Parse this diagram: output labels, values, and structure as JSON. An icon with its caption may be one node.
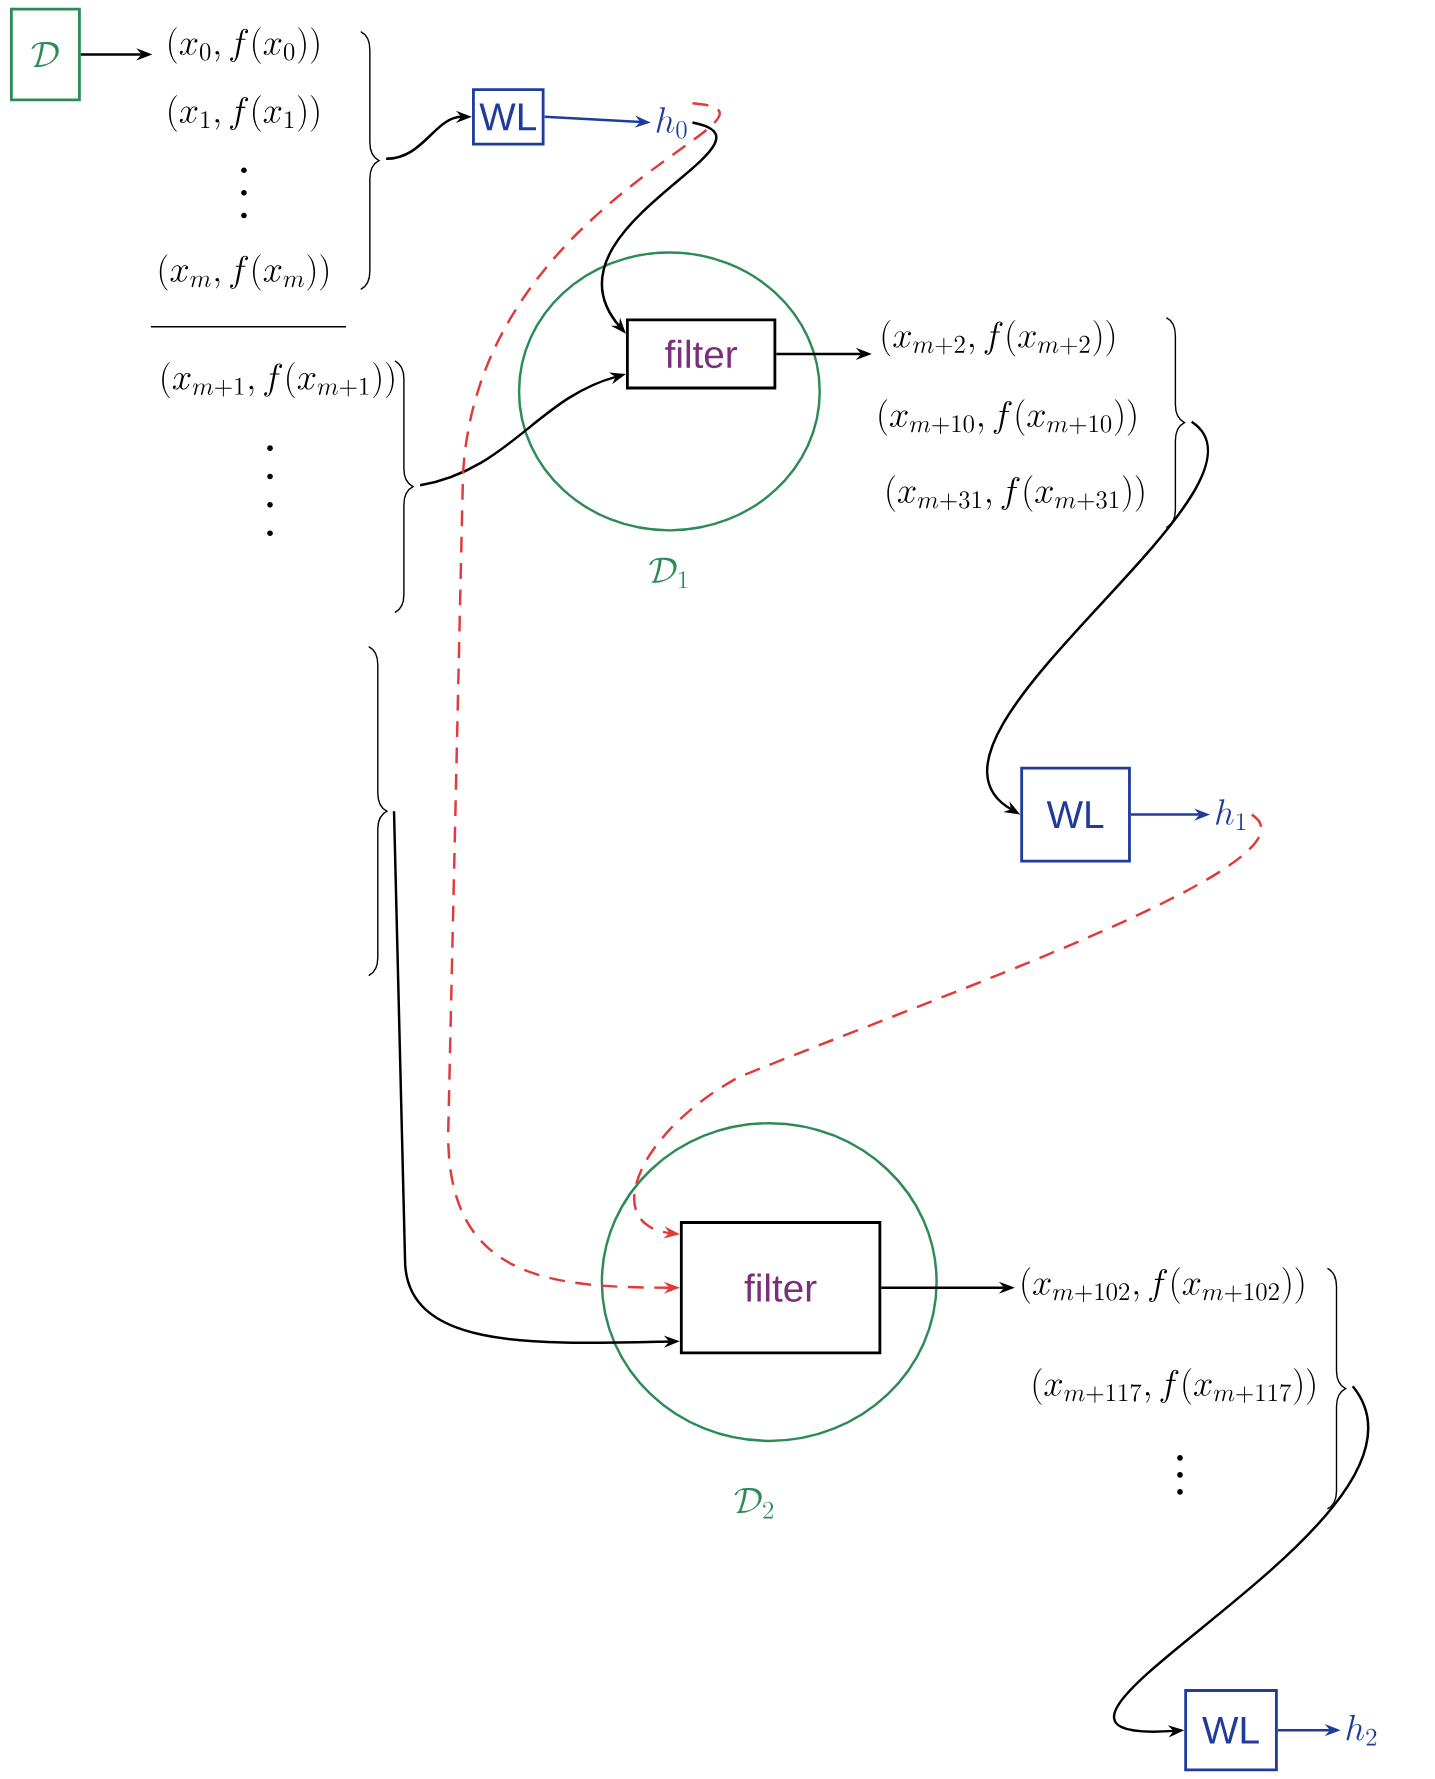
{
  "diagram": {
    "nodes": [
      {
        "text": [
          "\\mathcal{D}"
        ]
      },
      {
        "text": [
          "(x_0, f(x_0))",
          "(x_1, f(x_1))",
          "(x_m, f(x_m))"
        ]
      },
      {
        "text": [
          "WL"
        ]
      },
      {
        "text": [
          "h_0"
        ]
      },
      {
        "text": [
          "(x_{m+1}, f(x_{m+1}))"
        ]
      },
      {
        "text": [
          "\\mathcal{D}_1"
        ]
      },
      {
        "text": [
          "filter"
        ],
        "in": 5
      },
      {
        "text": [
          "(x_{m+2}, f(x_{m+2}))",
          "(x_{m+10}, f(x_{m+10}))",
          "(x_{m+31}, f(x_{m+31}))"
        ]
      },
      {
        "text": [
          "WL"
        ]
      },
      {
        "text": [
          "h_1"
        ]
      },
      {
        "text": [],
        "shape": "brace"
      },
      {
        "text": [
          "\\mathcal{D}_2"
        ]
      },
      {
        "text": [
          "filter"
        ],
        "in": 11
      },
      {
        "text": [
          "(x_{m+102}, f(x_{m+102}))",
          "(x_{m+117}, f(x_{m+117}))"
        ]
      },
      {
        "text": [
          "WL"
        ]
      },
      {
        "text": [
          "h_2"
        ]
      }
    ],
    "edges": [
      {
        "from": 0,
        "to": 1,
        "arrow": "to"
      },
      {
        "from": 1,
        "to": 2,
        "arrow": "to"
      },
      {
        "from": 2,
        "to": 3,
        "arrow": "to",
        "color": "#1f3c9c"
      },
      {
        "from": 3,
        "to": 6,
        "arrow": "to"
      },
      {
        "from": 4,
        "to": 6,
        "arrow": "to"
      },
      {
        "from": 6,
        "to": 7,
        "arrow": "to"
      },
      {
        "from": 7,
        "to": 8,
        "arrow": "to"
      },
      {
        "from": 8,
        "to": 9,
        "arrow": "to",
        "color": "#1f3c9c"
      },
      {
        "from": 3,
        "to": 12,
        "arrow": "to",
        "style": "dashed",
        "color": "#e03a3a"
      },
      {
        "from": 9,
        "to": 12,
        "arrow": "to",
        "style": "dashed",
        "color": "#e03a3a"
      },
      {
        "from": 10,
        "to": 12,
        "arrow": "to"
      },
      {
        "from": 12,
        "to": 13,
        "arrow": "to"
      },
      {
        "from": 13,
        "to": 14,
        "arrow": "to"
      },
      {
        "from": 14,
        "to": 15,
        "arrow": "to",
        "color": "#1f3c9c"
      }
    ]
  }
}
